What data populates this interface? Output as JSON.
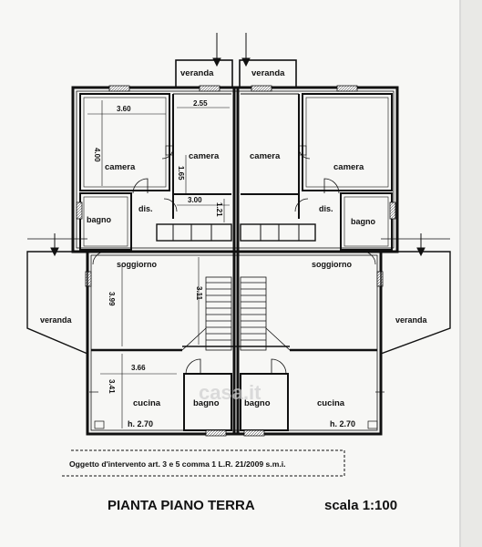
{
  "labels": {
    "veranda_top_left": "veranda",
    "veranda_top_right": "veranda",
    "camera_1": "camera",
    "camera_2": "camera",
    "camera_3": "camera",
    "camera_4": "camera",
    "dis_left": "dis.",
    "dis_right": "dis.",
    "bagno_top_left": "bagno",
    "bagno_top_right": "bagno",
    "soggiorno_left": "soggiorno",
    "soggiorno_right": "soggiorno",
    "veranda_side_left": "veranda",
    "veranda_side_right": "veranda",
    "cucina_left": "cucina",
    "cucina_right": "cucina",
    "bagno_bottom_left": "bagno",
    "bagno_bottom_right": "bagno",
    "height_left": "h. 2.70",
    "height_right": "h. 2.70"
  },
  "dimensions": {
    "d_360": "3.60",
    "d_255": "2.55",
    "d_400": "4.00",
    "d_165": "1.65",
    "d_300": "3.00",
    "d_121": "1.21",
    "d_311": "3.11",
    "d_399": "3.99",
    "d_366": "3.66",
    "d_341": "3.41"
  },
  "watermark": "casa.it",
  "note": "Oggetto d'intervento art. 3 e 5 comma 1 L.R. 21/2009 s.m.i.",
  "title": "PIANTA PIANO TERRA",
  "scale": "scala 1:100"
}
